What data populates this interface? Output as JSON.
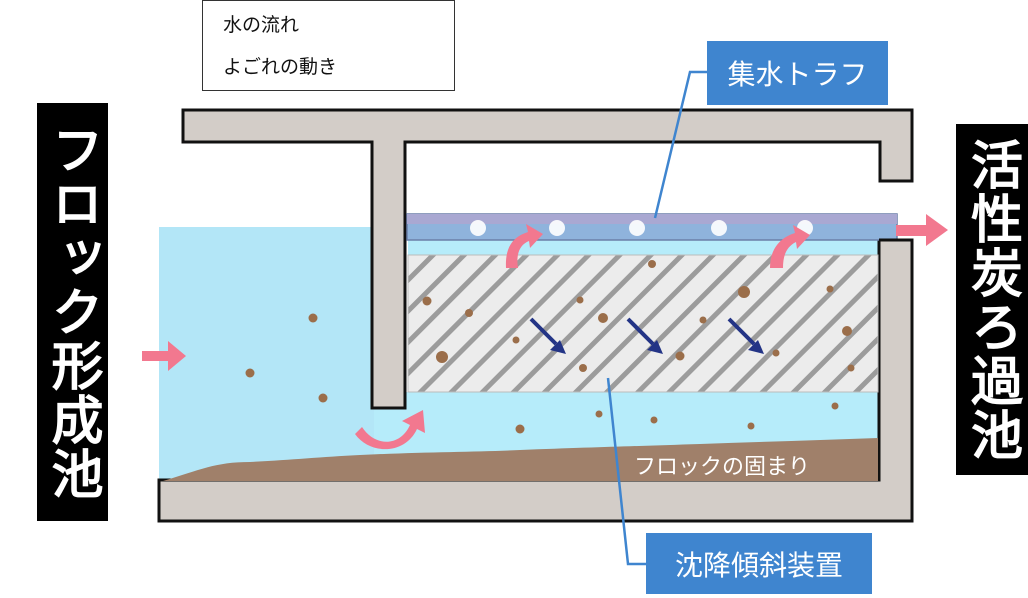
{
  "labels": {
    "left_basin": "フロック形成池",
    "right_basin": "活性炭ろ過池",
    "trough": "集水トラフ",
    "plates": "沈降傾斜装置",
    "sludge": "フロックの固まり"
  },
  "legend": {
    "water_flow": "水の流れ",
    "dirt_movement": "よごれの動き"
  },
  "colors": {
    "wall": "#d3cdc8",
    "wall_edge": "#111111",
    "water": "#b6ecfa",
    "water_left": "#b3e6f7",
    "water_flow_arrow": "#f2788f",
    "dirt_arrow": "#233486",
    "sludge": "#a0806a",
    "callout_bg": "#3f85cf",
    "label_bg": "#000000",
    "particle": "#9b6e4a"
  }
}
